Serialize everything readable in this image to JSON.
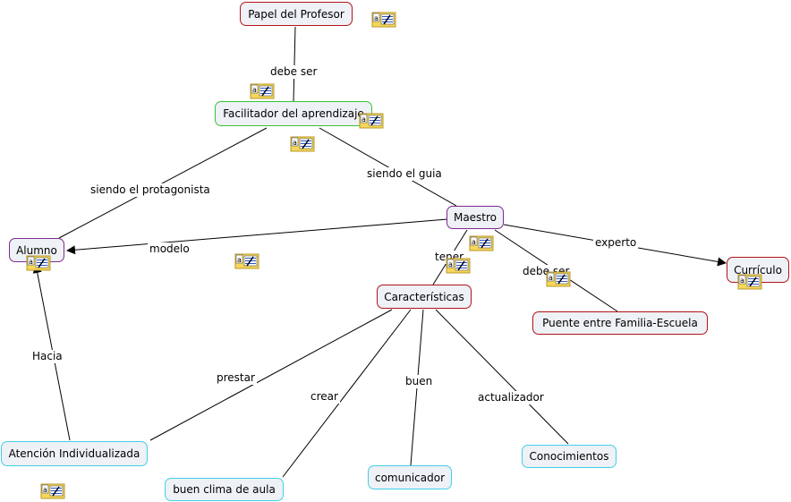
{
  "nodes": {
    "papel": "Papel del Profesor",
    "facilitador": "Facilitador del aprendizaje",
    "maestro": "Maestro",
    "alumno": "Alumno",
    "curriculo": "Currículo",
    "caracteristicas": "Características",
    "puente": "Puente entre Familia-Escuela",
    "atencion": "Atención Individualizada",
    "clima": "buen clima de aula",
    "comunicador": "comunicador",
    "conocimientos": "Conocimientos"
  },
  "links": {
    "debe_ser_1": "debe ser",
    "siendo_protagonista": "siendo el protagonista",
    "siendo_guia": "siendo el guia",
    "modelo": "modelo",
    "experto": "experto",
    "tener": "tener",
    "debe_ser_2": "debe ser",
    "hacia": "Hacia",
    "prestar": "prestar",
    "crear": "crear",
    "buen": "buen",
    "actualizador": "actualizador"
  },
  "colors": {
    "node_fill": "#eef1f5",
    "red_border": "#b3131a",
    "green_border": "#38c338",
    "purple_border": "#7f2a8f",
    "cyan_border": "#41d0e6",
    "note_yellow": "#f6d75a"
  },
  "icons": {
    "note": "annotation-note-icon"
  }
}
